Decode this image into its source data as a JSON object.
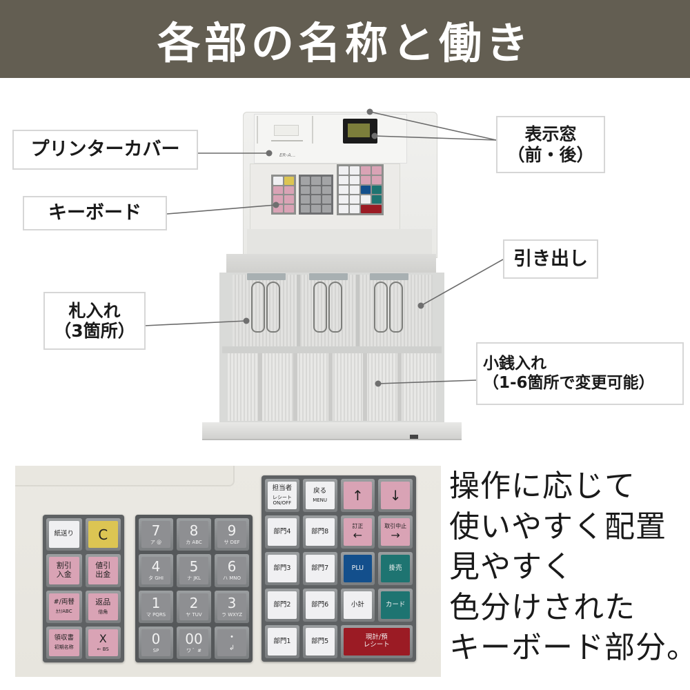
{
  "header": {
    "title": "各部の名称と働き",
    "background_color": "#635e52",
    "text_color": "#ffffff"
  },
  "callouts": {
    "printer_cover": {
      "lines": [
        "プリンターカバー"
      ]
    },
    "keyboard": {
      "lines": [
        "キーボード"
      ]
    },
    "display_window": {
      "lines": [
        "表示窓",
        "（前・後）"
      ]
    },
    "drawer": {
      "lines": [
        "引き出し"
      ]
    },
    "bill_tray": {
      "lines": [
        "札入れ",
        "（3箇所）"
      ]
    },
    "coin_tray": {
      "lines": [
        "小銭入れ",
        "（1-6箇所で変更可能）"
      ]
    }
  },
  "register": {
    "model_label": "ER-A...",
    "bill_compartments": 3,
    "coin_compartments": 6
  },
  "keyboard_photo": {
    "left_pad": [
      {
        "main": "紙送り",
        "color": "white"
      },
      {
        "main": "C",
        "color": "yellow"
      },
      {
        "main": "割引",
        "main2": "入金",
        "color": "pink"
      },
      {
        "main": "値引",
        "main2": "出金",
        "color": "pink"
      },
      {
        "main": "#/両替",
        "sub": "ｶﾅ/ABC",
        "color": "pink"
      },
      {
        "main": "返品",
        "sub": "倍角",
        "color": "pink"
      },
      {
        "main": "領収書",
        "sub": "初期名称",
        "color": "pink"
      },
      {
        "main": "X",
        "sub": "← BS",
        "color": "pink"
      }
    ],
    "numeric_pad": [
      {
        "main": "7",
        "sub": "ア @"
      },
      {
        "main": "8",
        "sub": "カ ABC"
      },
      {
        "main": "9",
        "sub": "サ DEF"
      },
      {
        "main": "4",
        "sub": "タ GHI"
      },
      {
        "main": "5",
        "sub": "ナ JKL"
      },
      {
        "main": "6",
        "sub": "ハ MNO"
      },
      {
        "main": "1",
        "sub": "マ PQRS"
      },
      {
        "main": "2",
        "sub": "ヤ TUV"
      },
      {
        "main": "3",
        "sub": "ラ WXYZ"
      },
      {
        "main": "0",
        "sub": "SP"
      },
      {
        "main": "00",
        "sub": "ワ ゛#"
      },
      {
        "main": "・",
        "sub": "↲"
      }
    ],
    "function_pad": [
      {
        "main": "担当者",
        "sub": "レシート ON/OFF",
        "color": "white"
      },
      {
        "main": "戻る",
        "sub": "MENU",
        "color": "white"
      },
      {
        "main": "↑",
        "color": "pink"
      },
      {
        "main": "↓",
        "color": "pink"
      },
      {
        "main": "部門4",
        "color": "white"
      },
      {
        "main": "部門8",
        "color": "white"
      },
      {
        "main": "訂正",
        "sub": "←",
        "color": "pink"
      },
      {
        "main": "取引中止",
        "sub": "→",
        "color": "pink"
      },
      {
        "main": "部門3",
        "color": "white"
      },
      {
        "main": "部門7",
        "color": "white"
      },
      {
        "main": "PLU",
        "color": "blue"
      },
      {
        "main": "掛売",
        "color": "teal"
      },
      {
        "main": "部門2",
        "color": "white"
      },
      {
        "main": "部門6",
        "color": "white"
      },
      {
        "main": "小計",
        "color": "white"
      },
      {
        "main": "カード",
        "color": "teal"
      },
      {
        "main": "部門1",
        "color": "white"
      },
      {
        "main": "部門5",
        "color": "white"
      },
      {
        "main": "現計/預",
        "main2": "レシート",
        "color": "red"
      }
    ]
  },
  "description": {
    "lines": [
      "操作に応じて",
      "使いやすく配置",
      "見やすく",
      "色分けされた",
      "キーボード部分。"
    ]
  },
  "colors": {
    "key_white": "#f0f0f2",
    "key_yellow": "#dcc553",
    "key_pink": "#d9a3b5",
    "key_gray": "#8e8f92",
    "key_blue": "#134f8c",
    "key_teal": "#1e7471",
    "key_red": "#9b1b24"
  }
}
